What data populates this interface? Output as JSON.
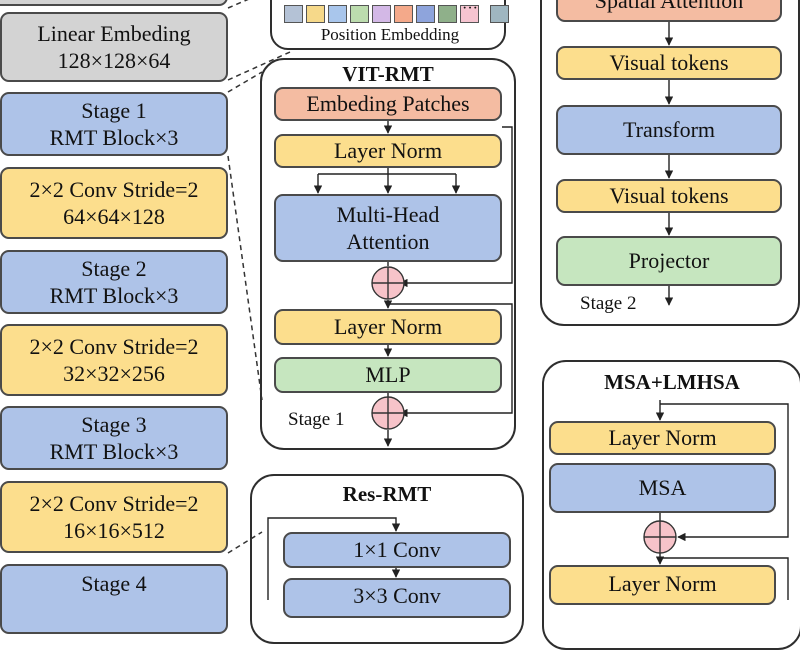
{
  "left_column": {
    "linear_embedding": [
      "Linear Embeding",
      "128×128×64"
    ],
    "stage1": [
      "Stage 1",
      "RMT Block×3"
    ],
    "conv1": [
      "2×2 Conv Stride=2",
      "64×64×128"
    ],
    "stage2": [
      "Stage 2",
      "RMT Block×3"
    ],
    "conv2": [
      "2×2 Conv Stride=2",
      "32×32×256"
    ],
    "stage3": [
      "Stage 3",
      "RMT Block×3"
    ],
    "conv3": [
      "2×2 Conv Stride=2",
      "16×16×512"
    ],
    "stage4": [
      "Stage 4",
      ""
    ]
  },
  "position_embedding": {
    "label": "Position Embedding",
    "ellipsis": "···",
    "token_colors": [
      "#b4c2d6",
      "#f6d98a",
      "#a9c6ec",
      "#bcdcae",
      "#d3b8e6",
      "#f4a98a",
      "#8ea4dc",
      "#8fb08a",
      "#f6c4d0",
      "#9fb6c0"
    ]
  },
  "vit_rmt": {
    "title": "VIT-RMT",
    "embed": "Embeding Patches",
    "norm1": "Layer Norm",
    "mha": [
      "Multi-Head",
      "Attention"
    ],
    "norm2": "Layer Norm",
    "mlp": "MLP",
    "stage_label": "Stage  1"
  },
  "res_rmt": {
    "title": "Res-RMT",
    "conv1x1": "1×1 Conv",
    "conv3x3": "3×3 Conv"
  },
  "right_top": {
    "spatial": "Spatial Attention",
    "visual1": "Visual tokens",
    "transform": "Transform",
    "visual2": "Visual tokens",
    "projector": "Projector",
    "stage_label": "Stage 2"
  },
  "msa_lmhsa": {
    "title": "MSA+LMHSA",
    "norm1": "Layer Norm",
    "msa": "MSA",
    "norm2": "Layer Norm"
  },
  "colors": {
    "gray": "#d3d3d3",
    "blue": "#aec3e8",
    "yellow": "#fcde8d",
    "green": "#c6e6bf",
    "salmon": "#f4bca2",
    "add": "#f7c3c9"
  }
}
